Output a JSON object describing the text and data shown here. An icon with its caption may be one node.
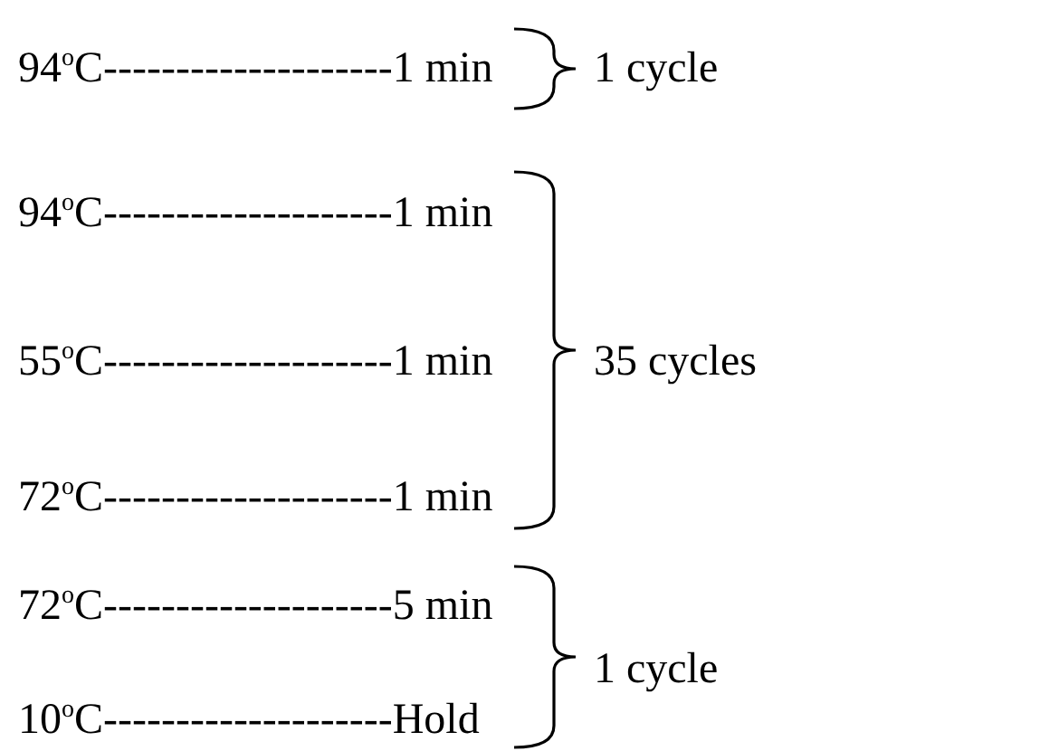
{
  "diagram": {
    "labels": [
      "94$^{o}$C--------------------1 min",
      "1 cycle",
      "94$^{o}$C--------------------1 min",
      "55$^{o}$C--------------------1 min",
      "35 cycles",
      "72$^{o}$C--------------------1 min",
      "72$^{o}$C--------------------5 min",
      "1 cycle",
      "10$^{o}$C--------------------Hold"
    ]
  }
}
